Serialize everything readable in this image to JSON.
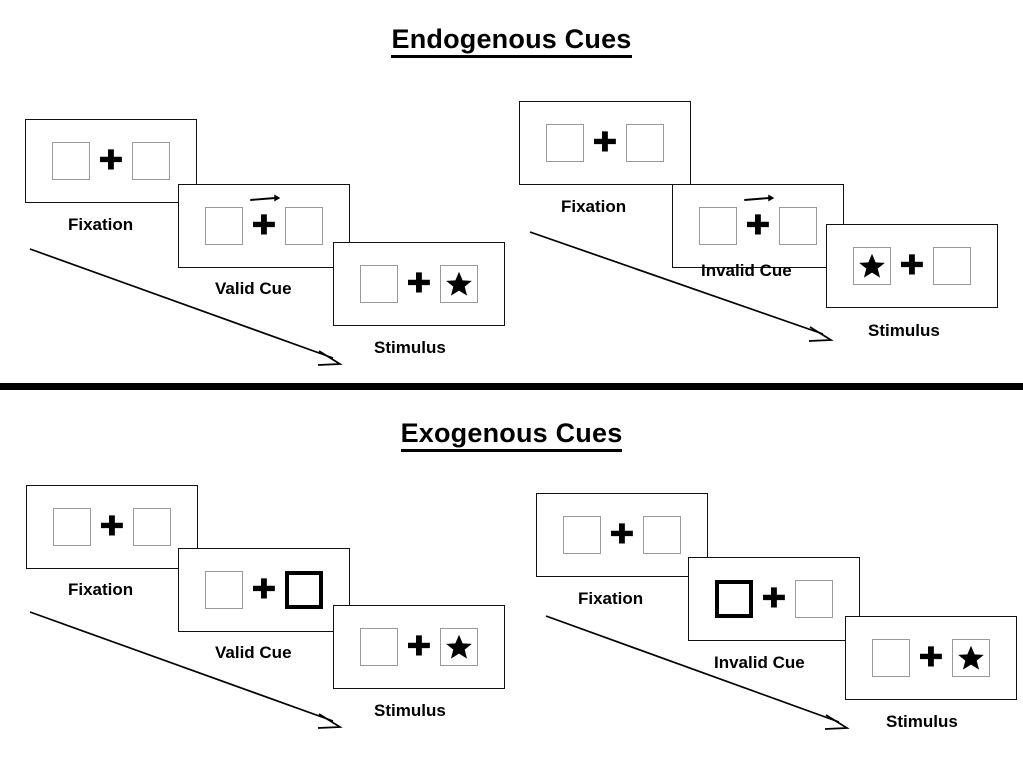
{
  "figure": {
    "background": "#ffffff",
    "line_color": "#111111",
    "box_border_color": "#9a9a9a",
    "cue_border_color": "#000000"
  },
  "sections": [
    {
      "id": "endogenous",
      "title": "Endogenous Cues",
      "columns": [
        {
          "id": "endogenous-valid",
          "panels": [
            {
              "label": "Fixation",
              "left_box": "empty",
              "right_box": "empty",
              "arrow_cue": "none"
            },
            {
              "label": "Valid Cue",
              "left_box": "empty",
              "right_box": "empty",
              "arrow_cue": "right"
            },
            {
              "label": "Stimulus",
              "left_box": "empty",
              "right_box": "star",
              "arrow_cue": "none"
            }
          ]
        },
        {
          "id": "endogenous-invalid",
          "panels": [
            {
              "label": "Fixation",
              "left_box": "empty",
              "right_box": "empty",
              "arrow_cue": "none"
            },
            {
              "label": "Invalid Cue",
              "left_box": "empty",
              "right_box": "empty",
              "arrow_cue": "right"
            },
            {
              "label": "Stimulus",
              "left_box": "star",
              "right_box": "empty",
              "arrow_cue": "none"
            }
          ]
        }
      ]
    },
    {
      "id": "exogenous",
      "title": "Exogenous Cues",
      "columns": [
        {
          "id": "exogenous-valid",
          "panels": [
            {
              "label": "Fixation",
              "left_box": "empty",
              "right_box": "empty",
              "arrow_cue": "none"
            },
            {
              "label": "Valid Cue",
              "left_box": "empty",
              "right_box": "cued",
              "arrow_cue": "none"
            },
            {
              "label": "Stimulus",
              "left_box": "empty",
              "right_box": "star",
              "arrow_cue": "none"
            }
          ]
        },
        {
          "id": "exogenous-invalid",
          "panels": [
            {
              "label": "Fixation",
              "left_box": "empty",
              "right_box": "empty",
              "arrow_cue": "none"
            },
            {
              "label": "Invalid Cue",
              "left_box": "cued",
              "right_box": "empty",
              "arrow_cue": "none"
            },
            {
              "label": "Stimulus",
              "left_box": "empty",
              "right_box": "star",
              "arrow_cue": "none"
            }
          ]
        }
      ]
    }
  ],
  "glyphs": {
    "plus": "✚"
  }
}
